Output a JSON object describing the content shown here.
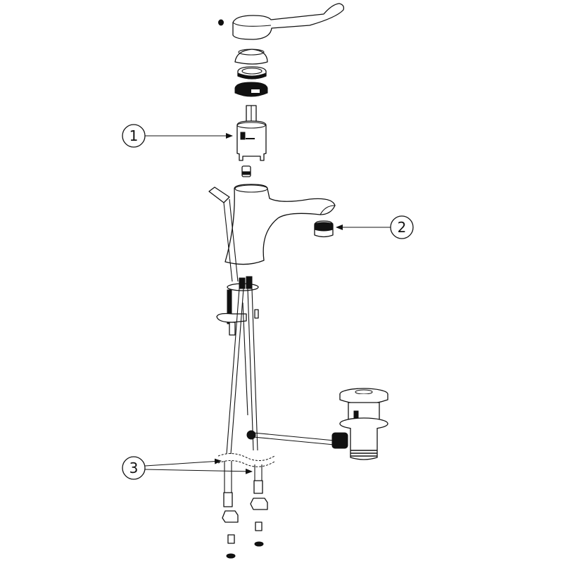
{
  "diagram": {
    "type": "exploded-parts-view",
    "callouts": [
      {
        "label": "1",
        "part": "cartridge"
      },
      {
        "label": "2",
        "part": "aerator"
      },
      {
        "label": "3",
        "part": "flexible-hoses"
      }
    ],
    "colors": {
      "line": "#111111",
      "background": "#ffffff"
    }
  }
}
